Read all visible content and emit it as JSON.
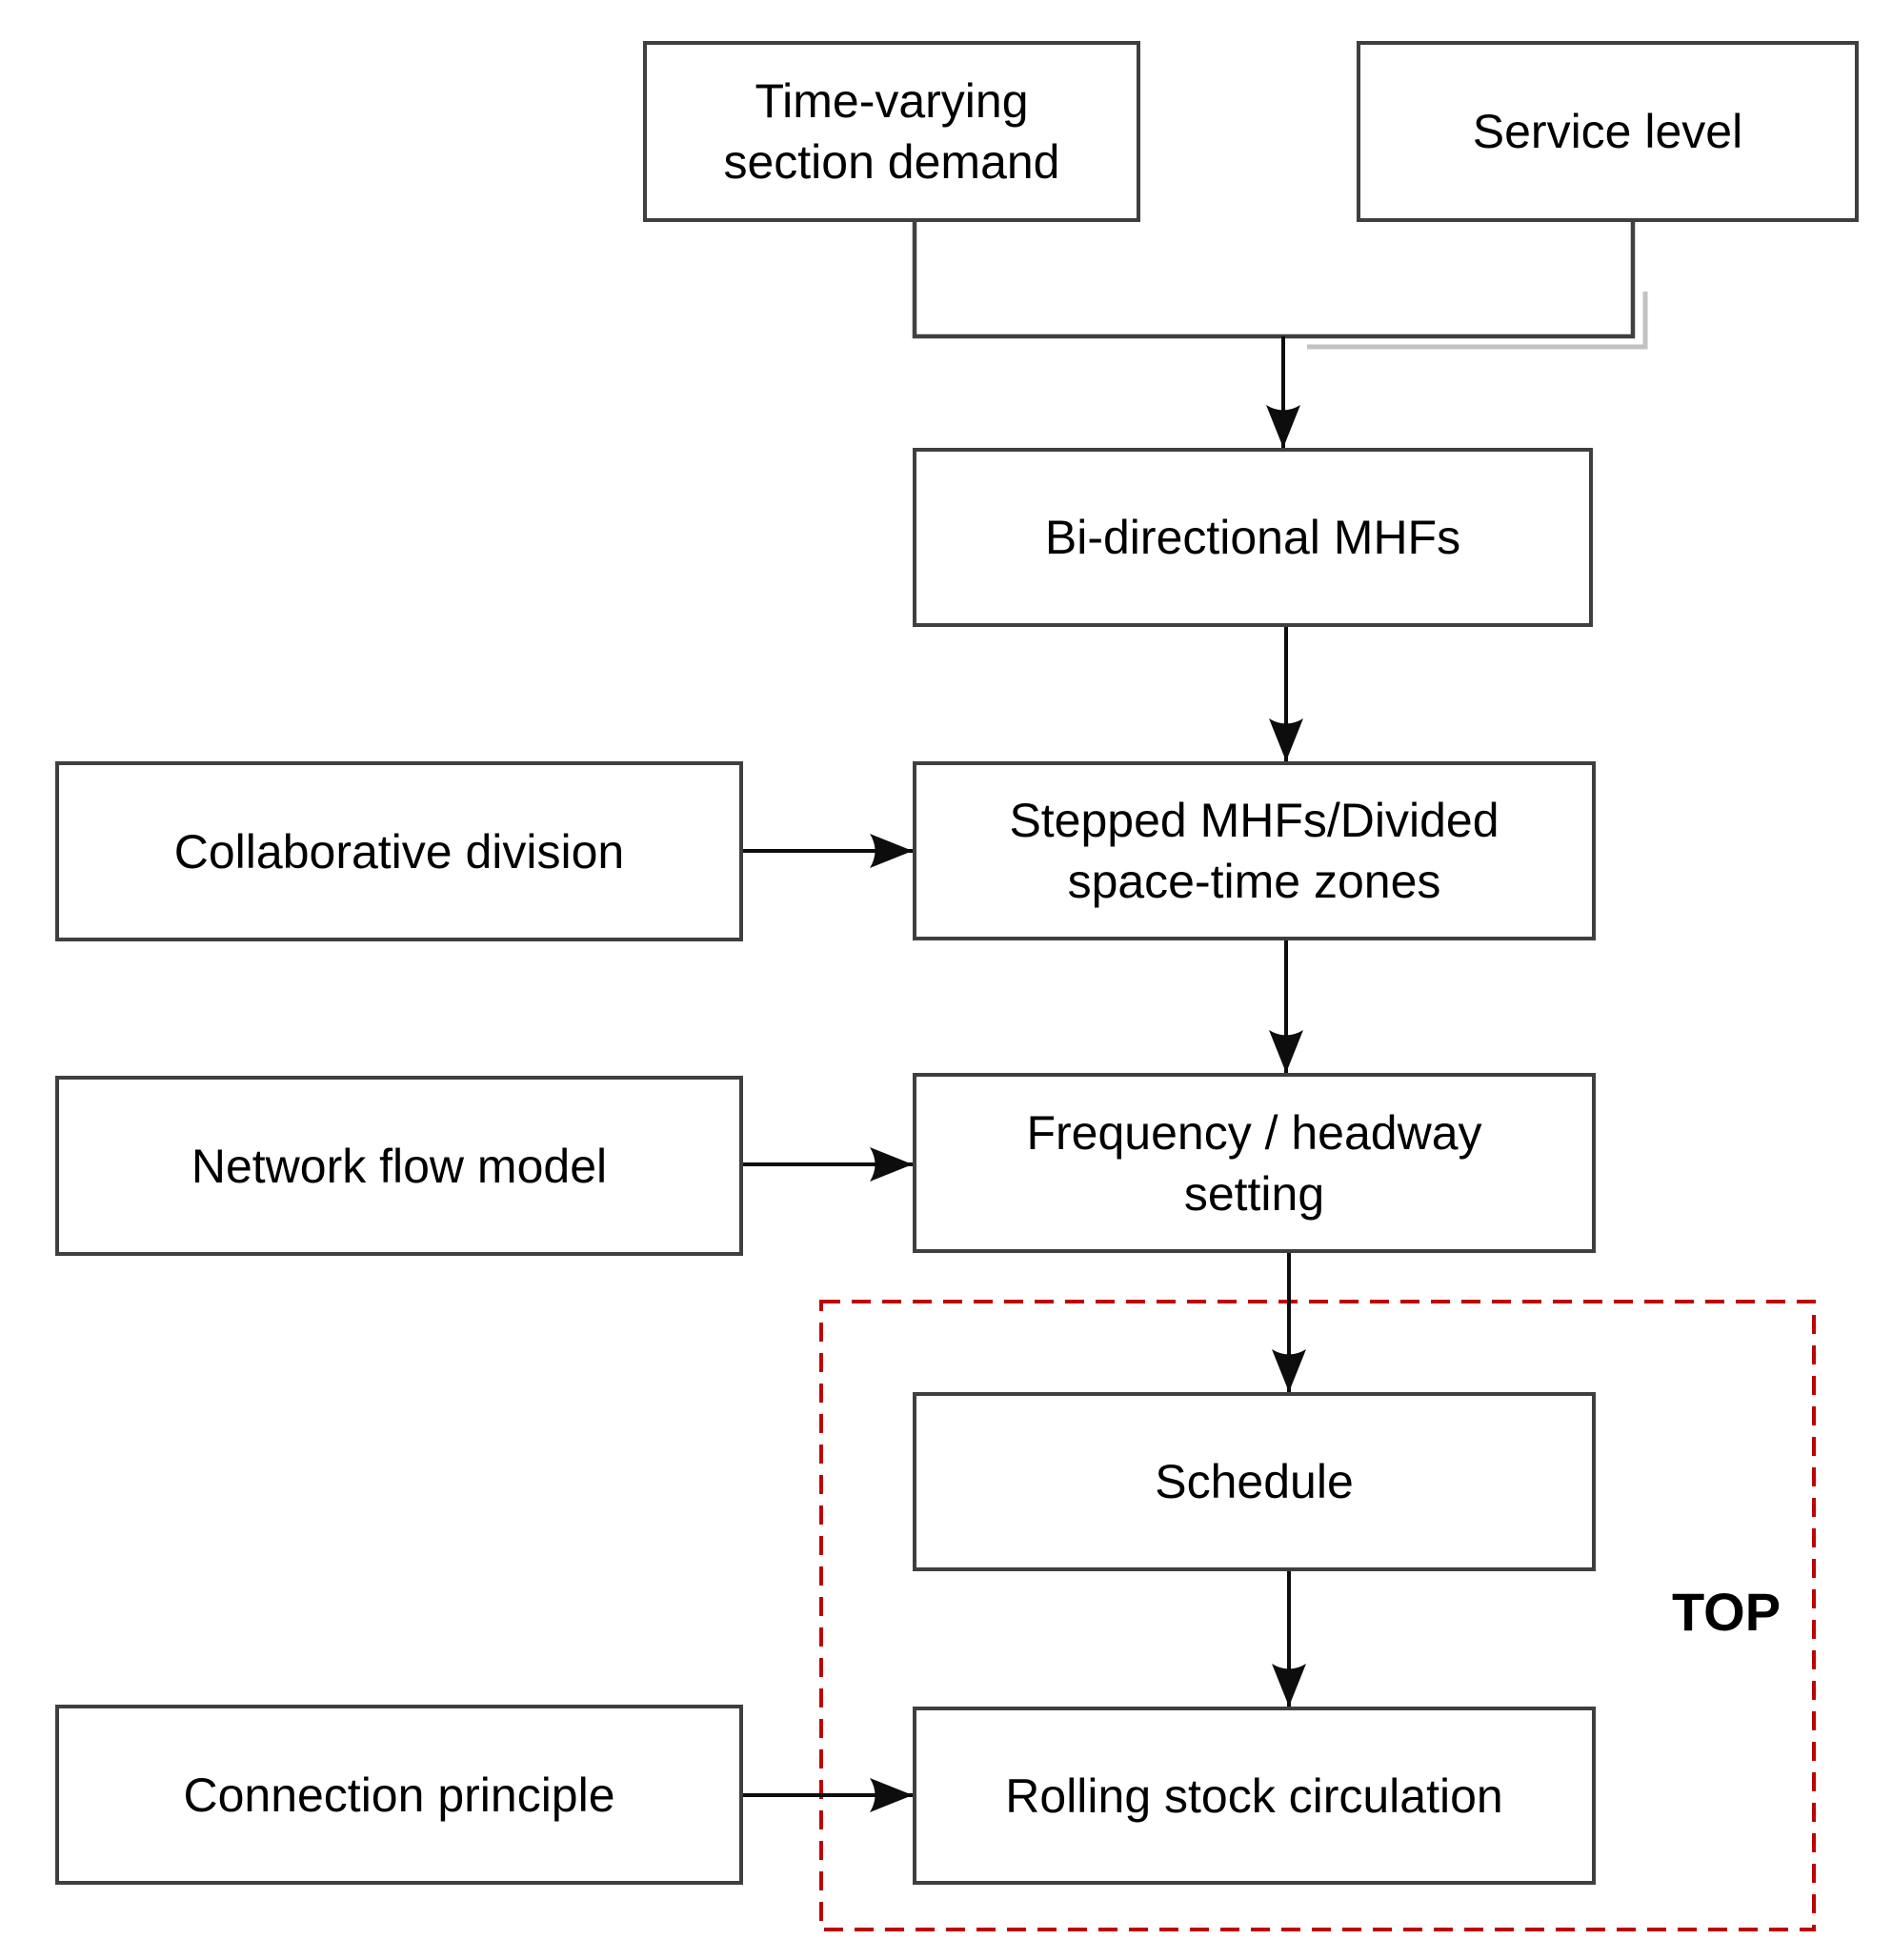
{
  "figure": {
    "type": "flowchart",
    "background": "#ffffff",
    "nodes": {
      "time_varying_section_demand": {
        "label": "Time-varying\nsection demand"
      },
      "service_level": {
        "label": "Service level"
      },
      "bi_directional_mhfs": {
        "label": "Bi-directional MHFs"
      },
      "collaborative_division": {
        "label": "Collaborative division"
      },
      "stepped_mhfs": {
        "label": "Stepped MHFs/Divided\nspace-time zones"
      },
      "network_flow_model": {
        "label": "Network flow model"
      },
      "frequency_headway_setting": {
        "label": "Frequency / headway\nsetting"
      },
      "schedule": {
        "label": "Schedule"
      },
      "connection_principle": {
        "label": "Connection principle"
      },
      "rolling_stock_circulation": {
        "label": "Rolling stock circulation"
      }
    },
    "edges": [
      {
        "from": "Time-varying section demand",
        "to": "Bi-directional MHFs"
      },
      {
        "from": "Service level",
        "to": "Bi-directional MHFs"
      },
      {
        "from": "Bi-directional MHFs",
        "to": "Stepped MHFs/Divided space-time zones"
      },
      {
        "from": "Collaborative division",
        "to": "Stepped MHFs/Divided space-time zones"
      },
      {
        "from": "Stepped MHFs/Divided space-time zones",
        "to": "Frequency / headway setting"
      },
      {
        "from": "Network flow model",
        "to": "Frequency / headway setting"
      },
      {
        "from": "Frequency / headway setting",
        "to": "Schedule"
      },
      {
        "from": "Schedule",
        "to": "Rolling stock circulation"
      },
      {
        "from": "Connection principle",
        "to": "Rolling stock circulation"
      }
    ],
    "group": {
      "label": "TOP",
      "style": "red-dashed-rectangle",
      "members": [
        "Schedule",
        "Rolling stock circulation"
      ]
    },
    "colors": {
      "box_border": "#3f3f3f",
      "connector": "#404040",
      "arrow": "#0d0d0d",
      "group_dash": "#c00000",
      "connector_shadow": "#c2c2c2",
      "text": "#000000"
    }
  }
}
